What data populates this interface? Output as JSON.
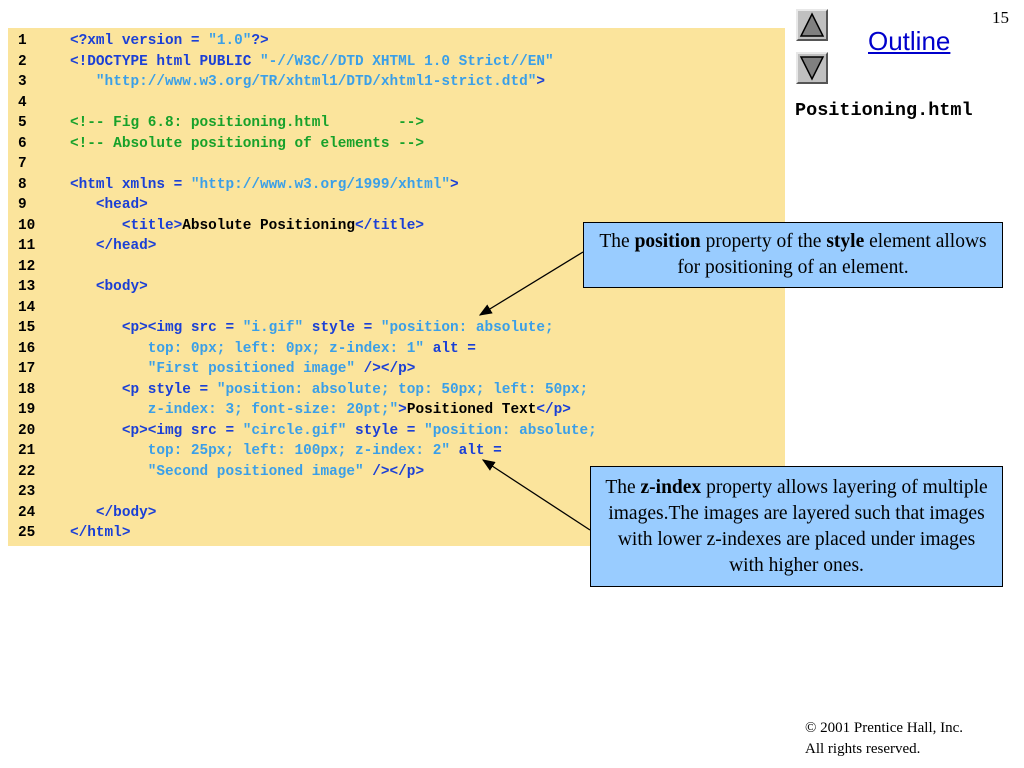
{
  "page_number": "15",
  "nav": {
    "outline_label": "Outline"
  },
  "filename": "Positioning.html",
  "code_lines": [
    [
      [
        "ln",
        "1"
      ],
      [
        "blue",
        "<?xml version = "
      ],
      [
        "str",
        "\"1.0\""
      ],
      [
        "blue",
        "?>"
      ]
    ],
    [
      [
        "ln",
        "2"
      ],
      [
        "blue",
        "<!DOCTYPE html PUBLIC "
      ],
      [
        "str",
        "\"-//W3C//DTD XHTML 1.0 Strict//EN\""
      ]
    ],
    [
      [
        "ln",
        "3"
      ],
      [
        "blue",
        "   "
      ],
      [
        "str",
        "\"http://www.w3.org/TR/xhtml1/DTD/xhtml1-strict.dtd\""
      ],
      [
        "blue",
        ">"
      ]
    ],
    [
      [
        "ln",
        "4"
      ]
    ],
    [
      [
        "ln",
        "5"
      ],
      [
        "cmt",
        "<!-- Fig 6.8: positioning.html        -->"
      ]
    ],
    [
      [
        "ln",
        "6"
      ],
      [
        "cmt",
        "<!-- Absolute positioning of elements -->"
      ]
    ],
    [
      [
        "ln",
        "7"
      ]
    ],
    [
      [
        "ln",
        "8"
      ],
      [
        "blue",
        "<html xmlns = "
      ],
      [
        "str",
        "\"http://www.w3.org/1999/xhtml\""
      ],
      [
        "blue",
        ">"
      ]
    ],
    [
      [
        "ln",
        "9"
      ],
      [
        "blue",
        "   <head>"
      ]
    ],
    [
      [
        "ln",
        "10"
      ],
      [
        "blue",
        "      <title>"
      ],
      [
        "blk",
        "Absolute Positioning"
      ],
      [
        "blue",
        "</title>"
      ]
    ],
    [
      [
        "ln",
        "11"
      ],
      [
        "blue",
        "   </head>"
      ]
    ],
    [
      [
        "ln",
        "12"
      ]
    ],
    [
      [
        "ln",
        "13"
      ],
      [
        "blue",
        "   <body>"
      ]
    ],
    [
      [
        "ln",
        "14"
      ]
    ],
    [
      [
        "ln",
        "15"
      ],
      [
        "blue",
        "      <p><img src = "
      ],
      [
        "str",
        "\"i.gif\""
      ],
      [
        "blue",
        " style = "
      ],
      [
        "str",
        "\"position: absolute;"
      ]
    ],
    [
      [
        "ln",
        "16"
      ],
      [
        "str",
        "         top: 0px; left: 0px; z-index: 1\""
      ],
      [
        "blue",
        " alt ="
      ]
    ],
    [
      [
        "ln",
        "17"
      ],
      [
        "str",
        "         \"First positioned image\""
      ],
      [
        "blue",
        " /></p>"
      ]
    ],
    [
      [
        "ln",
        "18"
      ],
      [
        "blue",
        "      <p style = "
      ],
      [
        "str",
        "\"position: absolute; top: 50px; left: 50px;"
      ]
    ],
    [
      [
        "ln",
        "19"
      ],
      [
        "str",
        "         z-index: 3; font-size: 20pt;\""
      ],
      [
        "blue",
        ">"
      ],
      [
        "blk",
        "Positioned Text"
      ],
      [
        "blue",
        "</p>"
      ]
    ],
    [
      [
        "ln",
        "20"
      ],
      [
        "blue",
        "      <p><img src = "
      ],
      [
        "str",
        "\"circle.gif\""
      ],
      [
        "blue",
        " style = "
      ],
      [
        "str",
        "\"position: absolute;"
      ]
    ],
    [
      [
        "ln",
        "21"
      ],
      [
        "str",
        "         top: 25px; left: 100px; z-index: 2\""
      ],
      [
        "blue",
        " alt ="
      ]
    ],
    [
      [
        "ln",
        "22"
      ],
      [
        "str",
        "         \"Second positioned image\""
      ],
      [
        "blue",
        " /></p>"
      ]
    ],
    [
      [
        "ln",
        "23"
      ]
    ],
    [
      [
        "ln",
        "24"
      ],
      [
        "blue",
        "   </body>"
      ]
    ],
    [
      [
        "ln",
        "25"
      ],
      [
        "blue",
        "</html>"
      ]
    ]
  ],
  "callouts": {
    "position": {
      "pre": "The ",
      "b1": "position",
      "mid": " property of the ",
      "b2": "style",
      "post": " element allows for positioning of an element."
    },
    "zindex": {
      "pre": "The ",
      "b1": "z-index",
      "post": " property allows layering of multiple images.The images are layered such that images with lower z-indexes are placed under images with higher ones."
    }
  },
  "copyright": {
    "line1": "© 2001 Prentice Hall, Inc.",
    "line2": "All rights reserved."
  }
}
